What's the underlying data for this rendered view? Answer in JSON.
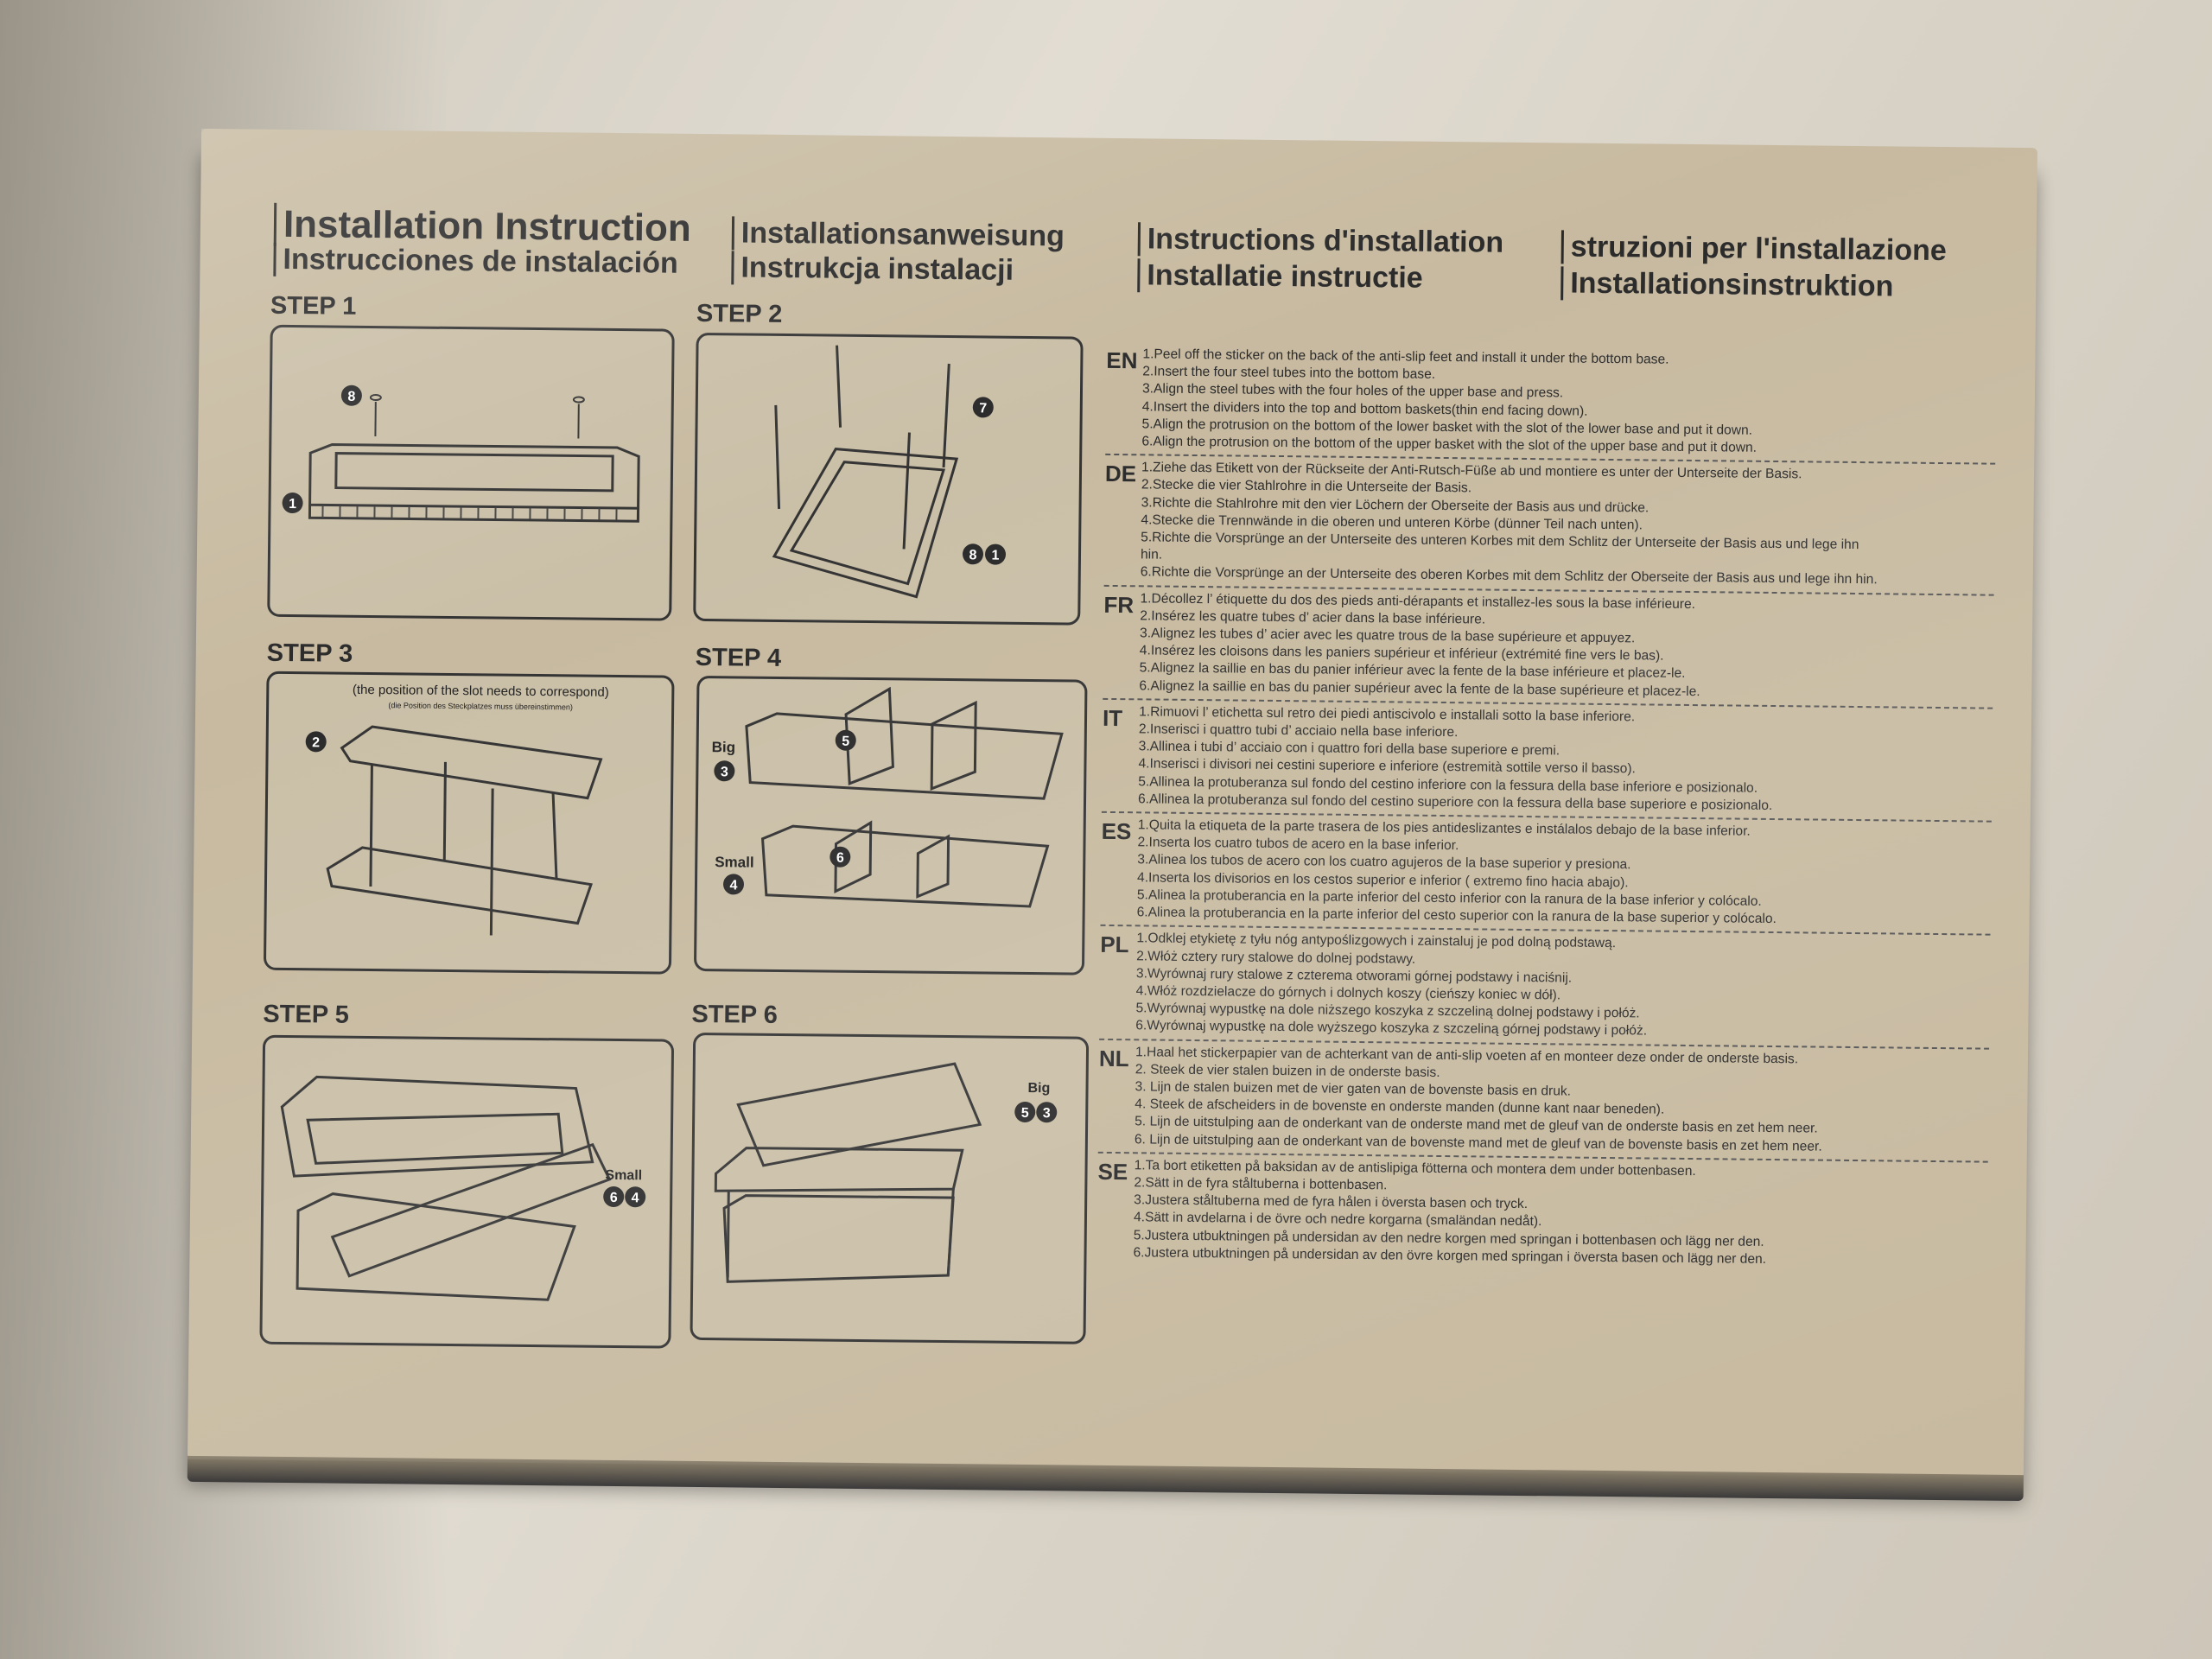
{
  "titles": {
    "row1": [
      "Installation Instruction",
      "Installationsanweisung",
      "Instructions d'installation",
      "struzioni per l'installazione"
    ],
    "row2": [
      "Instrucciones de instalación",
      "Instrukcja instalacji",
      "Installatie instructie",
      "Installationsinstruktion"
    ]
  },
  "steps": {
    "s1": "STEP 1",
    "s2": "STEP 2",
    "s3": "STEP 3",
    "s4": "STEP 4",
    "s5": "STEP 5",
    "s6": "STEP 6",
    "s3_note1": "(the position of the slot needs to correspond)",
    "s3_note2": "(die Position des Steckplatzes muss übereinstimmen)",
    "big": "Big",
    "small": "Small",
    "n1": "1",
    "n2": "2",
    "n3": "3",
    "n4": "4",
    "n5": "5",
    "n6": "6",
    "n7": "7",
    "n8": "8"
  },
  "instructions": [
    {
      "code": "EN",
      "lines": [
        "1.Peel off the sticker on the back of the anti-slip feet and  install it under the bottom base.",
        "2.Insert the four steel tubes into the bottom base.",
        "3.Align the steel tubes with the four holes of the upper base and press.",
        "4.Insert the dividers into the top and bottom baskets(thin end facing down).",
        "5.Align the protrusion on the bottom of the lower basket with the slot of the lower base and put it down.",
        "6.Align the protrusion on the bottom of the upper basket with the slot of the upper base and put it down."
      ]
    },
    {
      "code": "DE",
      "lines": [
        "1.Ziehe das Etikett von der Rückseite der Anti-Rutsch-Füße ab und montiere es unter der Unterseite der Basis.",
        "2.Stecke die vier Stahlrohre in die Unterseite der Basis.",
        "3.Richte die Stahlrohre mit den vier Löchern der Oberseite der Basis aus und drücke.",
        "4.Stecke die Trennwände in die oberen und unteren Körbe (dünner Teil nach unten).",
        "5.Richte die Vorsprünge an der Unterseite des unteren Korbes mit dem Schlitz der Unterseite der Basis aus und lege ihn",
        "hin.",
        "6.Richte die Vorsprünge an der Unterseite des oberen Korbes mit dem Schlitz der Oberseite der Basis aus und lege ihn hin."
      ]
    },
    {
      "code": "FR",
      "lines": [
        "1.Décollez l’ étiquette du dos des pieds anti-dérapants et installez-les sous la base inférieure.",
        "2.Insérez les quatre tubes d’ acier dans la base inférieure.",
        "3.Alignez les tubes d’ acier avec les quatre trous de la base supérieure et appuyez.",
        "4.Insérez les cloisons dans les paniers supérieur et inférieur (extrémité fine vers le bas).",
        "5.Alignez la saillie en bas du panier inférieur avec la fente de la base inférieure et placez-le.",
        "6.Alignez la saillie en bas du panier supérieur avec la fente de la base supérieure et placez-le."
      ]
    },
    {
      "code": "IT",
      "lines": [
        "1.Rimuovi l’ etichetta sul retro dei piedi antiscivolo e installali sotto la base inferiore.",
        "2.Inserisci i quattro tubi d’ acciaio nella base inferiore.",
        "3.Allinea i tubi d’ acciaio con i quattro fori della base superiore e premi.",
        "4.Inserisci i divisori nei cestini superiore e inferiore (estremità sottile verso il basso).",
        "5.Allinea la protuberanza sul fondo del cestino inferiore con la fessura della base inferiore e posizionalo.",
        "6.Allinea la protuberanza sul fondo del cestino superiore con la fessura della base superiore e posizionalo."
      ]
    },
    {
      "code": "ES",
      "lines": [
        "1.Quita la etiqueta de la parte trasera de los pies antideslizantes e instálalos debajo de la base inferior.",
        "2.Inserta los cuatro tubos de acero en la base inferior.",
        "3.Alinea los tubos de acero con los cuatro agujeros de la base superior y presiona.",
        "4.Inserta los divisorios en los cestos superior e inferior ( extremo fino hacia abajo).",
        "5.Alinea la protuberancia en la parte inferior del cesto inferior con la ranura de la base inferior y colócalo.",
        "6.Alinea la protuberancia en la parte inferior del cesto superior con la ranura de la base superior y colócalo."
      ]
    },
    {
      "code": "PL",
      "lines": [
        "1.Odklej etykietę z tyłu nóg antypoślizgowych i zainstaluj je pod dolną podstawą.",
        "2.Włóż cztery rury stalowe do dolnej podstawy.",
        "3.Wyrównaj rury stalowe z czterema otworami górnej podstawy i naciśnij.",
        "4.Włóż rozdzielacze do górnych i dolnych koszy (cieńszy koniec w dół).",
        "5.Wyrównaj wypustkę na dole niższego koszyka z szczeliną dolnej podstawy i połóż.",
        "6.Wyrównaj wypustkę na dole wyższego koszyka z szczeliną górnej podstawy i połóż."
      ]
    },
    {
      "code": "NL",
      "lines": [
        "1.Haal het stickerpapier van de achterkant van de anti-slip voeten af en monteer deze onder de onderste basis.",
        "2. Steek de vier stalen buizen in de onderste basis.",
        "3. Lijn de stalen buizen met de vier gaten van de bovenste basis en druk.",
        "4. Steek de afscheiders in de bovenste en onderste manden (dunne kant naar beneden).",
        "5. Lijn de uitstulping aan de onderkant van de onderste mand met de gleuf van de onderste basis en zet hem neer.",
        "6. Lijn de uitstulping aan de onderkant van de bovenste mand met de gleuf van de bovenste basis en zet hem neer."
      ]
    },
    {
      "code": "SE",
      "lines": [
        "1.Ta bort etiketten på baksidan av de antislipiga fötterna och montera dem under bottenbasen.",
        "2.Sätt in de fyra ståltuberna i bottenbasen.",
        "3.Justera ståltuberna med de fyra hålen i översta basen och tryck.",
        "4.Sätt in avdelarna i de övre och nedre korgarna (smaländan nedåt).",
        "5.Justera utbuktningen på undersidan av den nedre korgen med springan i bottenbasen och lägg ner den.",
        "6.Justera utbuktningen på undersidan av den övre korgen med springan i översta basen och lägg ner den."
      ]
    }
  ]
}
